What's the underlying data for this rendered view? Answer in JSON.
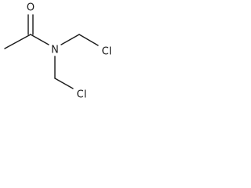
{
  "molecule": {
    "atoms": {
      "oxygen": "O",
      "nitrogen": "N",
      "chlorine_upper": "Cl",
      "chlorine_lower": "Cl"
    }
  },
  "colors": {
    "bond": "#1a1a1a",
    "background": "#ffffff"
  }
}
